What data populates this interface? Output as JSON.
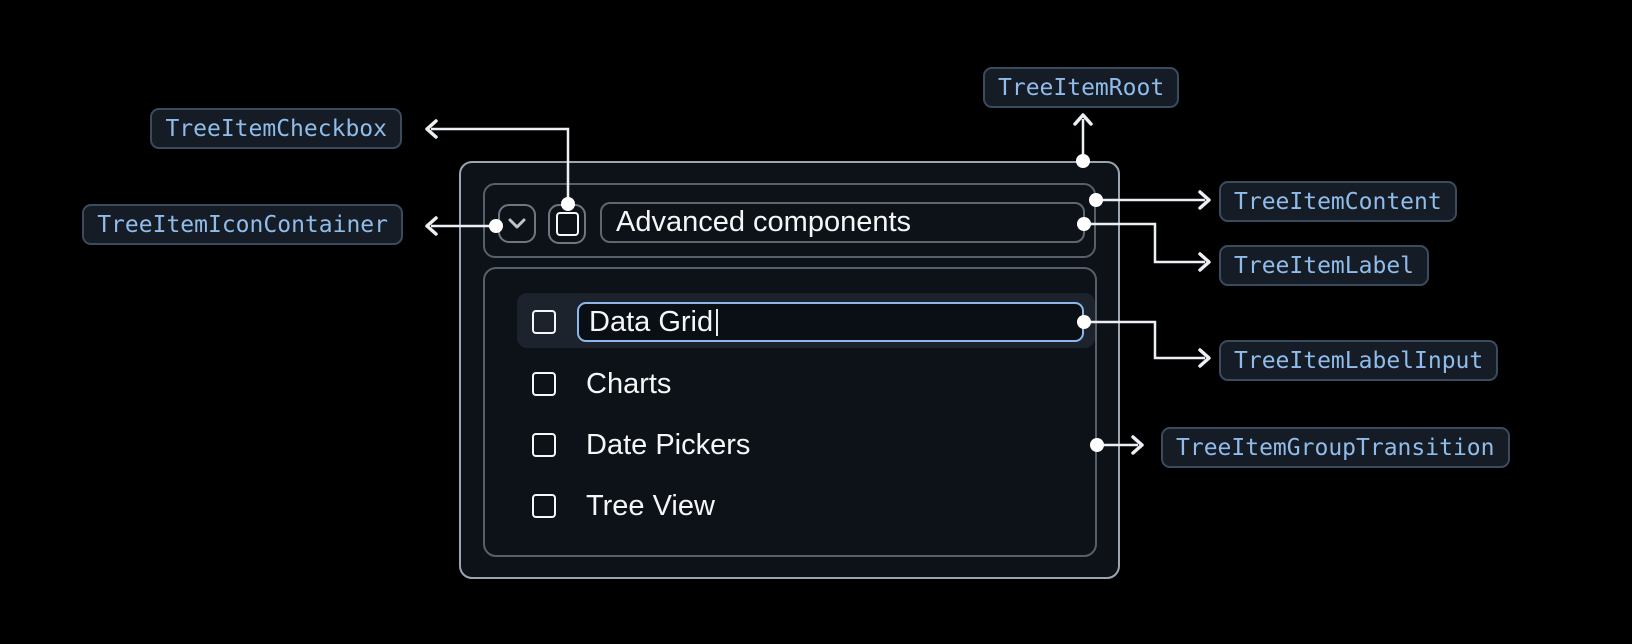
{
  "annotations": {
    "root": "TreeItemRoot",
    "checkbox": "TreeItemCheckbox",
    "icon_container": "TreeItemIconContainer",
    "content": "TreeItemContent",
    "label": "TreeItemLabel",
    "label_input": "TreeItemLabelInput",
    "group_transition": "TreeItemGroupTransition"
  },
  "tree": {
    "parent": {
      "label": "Advanced components",
      "expanded": true,
      "checked": false,
      "icon": "chevron-down-icon"
    },
    "children": [
      {
        "label": "Data Grid",
        "editing": true,
        "input_value": "Data Grid",
        "checked": false
      },
      {
        "label": "Charts",
        "checked": false
      },
      {
        "label": "Date Pickers",
        "checked": false
      },
      {
        "label": "Tree View",
        "checked": false
      }
    ]
  },
  "colors": {
    "background": "#000000",
    "root_bg": "#0d1218",
    "root_border": "#9aa5b0",
    "inner_border": "#575f68",
    "row_highlight": "#1c232c",
    "input_border": "#8cb7e9",
    "badge_bg": "#151c25",
    "badge_border": "#3b4b5e",
    "badge_text": "#8fbcea",
    "connector": "#ecf0f4",
    "text": "#f4f6f8"
  }
}
